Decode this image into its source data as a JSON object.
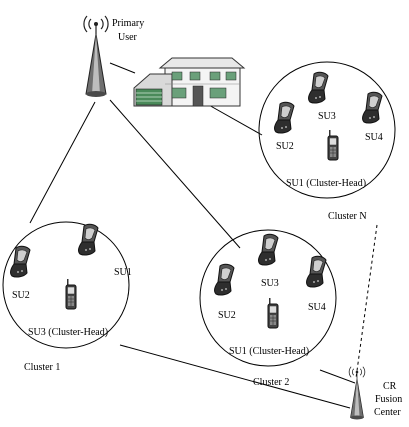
{
  "primary_user": {
    "line1": "Primary",
    "line2": "User"
  },
  "fusion_center": {
    "line1": "CR",
    "line2": "Fusion",
    "line3": "Center"
  },
  "cluster_1": {
    "name": "Cluster 1",
    "su_a": "SU1",
    "su_b": "SU2",
    "head": "SU3 (Cluster-Head)"
  },
  "cluster_2": {
    "name": "Cluster 2",
    "su_a": "SU3",
    "su_b": "SU4",
    "su_c": "SU2",
    "head": "SU1 (Cluster-Head)"
  },
  "cluster_n": {
    "name": "Cluster N",
    "su_a": "SU3",
    "su_b": "SU4",
    "su_c": "SU2",
    "head": "SU1 (Cluster-Head)"
  }
}
